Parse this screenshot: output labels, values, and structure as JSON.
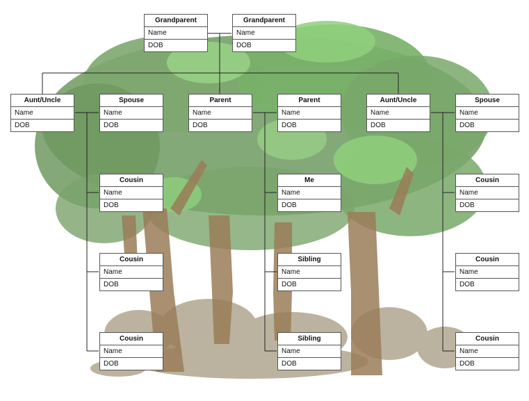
{
  "colors": {
    "trunk": "#9a7d58",
    "foliage_dark": "#6f9a62",
    "foliage_light": "#8fd07d",
    "shrub": "#a59a80",
    "line": "#222222",
    "box_border": "#555555"
  },
  "boxes": [
    {
      "id": "grandparent-1",
      "title": "Grandparent",
      "name_label": "Name",
      "dob_label": "DOB"
    },
    {
      "id": "grandparent-2",
      "title": "Grandparent",
      "name_label": "Name",
      "dob_label": "DOB"
    },
    {
      "id": "aunt-uncle-1",
      "title": "Aunt/Uncle",
      "name_label": "Name",
      "dob_label": "DOB"
    },
    {
      "id": "spouse-1",
      "title": "Spouse",
      "name_label": "Name",
      "dob_label": "DOB"
    },
    {
      "id": "parent-1",
      "title": "Parent",
      "name_label": "Name",
      "dob_label": "DOB"
    },
    {
      "id": "parent-2",
      "title": "Parent",
      "name_label": "Name",
      "dob_label": "DOB"
    },
    {
      "id": "aunt-uncle-2",
      "title": "Aunt/Uncle",
      "name_label": "Name",
      "dob_label": "DOB"
    },
    {
      "id": "spouse-2",
      "title": "Spouse",
      "name_label": "Name",
      "dob_label": "DOB"
    },
    {
      "id": "cousin-left-1",
      "title": "Cousin",
      "name_label": "Name",
      "dob_label": "DOB"
    },
    {
      "id": "me",
      "title": "Me",
      "name_label": "Name",
      "dob_label": "DOB"
    },
    {
      "id": "cousin-right-1",
      "title": "Cousin",
      "name_label": "Name",
      "dob_label": "DOB"
    },
    {
      "id": "cousin-left-2",
      "title": "Cousin",
      "name_label": "Name",
      "dob_label": "DOB"
    },
    {
      "id": "sibling-1",
      "title": "Sibling",
      "name_label": "Name",
      "dob_label": "DOB"
    },
    {
      "id": "cousin-right-2",
      "title": "Cousin",
      "name_label": "Name",
      "dob_label": "DOB"
    },
    {
      "id": "cousin-left-3",
      "title": "Cousin",
      "name_label": "Name",
      "dob_label": "DOB"
    },
    {
      "id": "sibling-2",
      "title": "Sibling",
      "name_label": "Name",
      "dob_label": "DOB"
    },
    {
      "id": "cousin-right-3",
      "title": "Cousin",
      "name_label": "Name",
      "dob_label": "DOB"
    }
  ]
}
